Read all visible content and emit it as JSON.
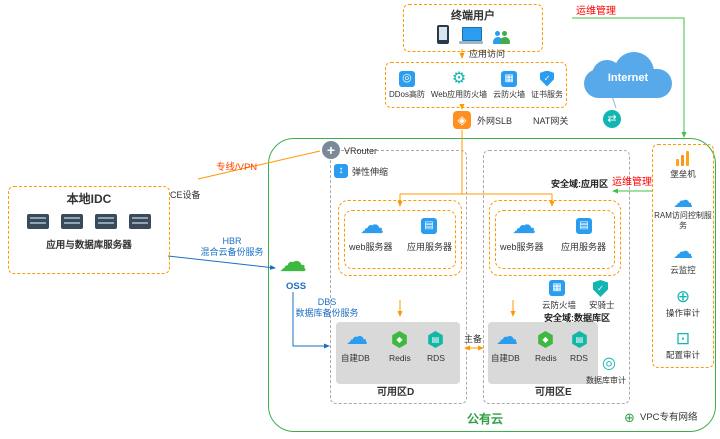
{
  "colors": {
    "accent_orange": "#ff9900",
    "accent_green": "#3dae49",
    "accent_blue": "#2a9df0",
    "accent_teal": "#13b5b1",
    "ops_red": "#ff0000"
  },
  "end_user": {
    "title": "终端用户"
  },
  "labels": {
    "ops_top": "运维管理",
    "ops_mid": "运维管理",
    "app_access": "应用访问",
    "internet": "Internet",
    "slb": "外网SLB",
    "nat": "NAT网关",
    "vrouter": "VRouter",
    "line_vpn": "专线/VPN",
    "ce": "CE设备",
    "hbr1": "HBR",
    "hbr2": "混合云备份服务",
    "oss": "OSS",
    "dbs1": "DBS",
    "dbs2": "数据库备份服务",
    "master_backup": "主备",
    "public_cloud": "公有云",
    "vpc": "VPC专有网络"
  },
  "security_box": {
    "items": [
      {
        "label": "DDos高防",
        "icon": "ddos-icon"
      },
      {
        "label": "Web应用防火墙",
        "icon": "waf-icon"
      },
      {
        "label": "云防火墙",
        "icon": "cloud-firewall-icon"
      },
      {
        "label": "证书服务",
        "icon": "certificate-icon"
      }
    ]
  },
  "idc": {
    "title": "本地IDC",
    "servers_label": "应用与数据库服务器"
  },
  "zone_d": {
    "label": "可用区D",
    "ess": "弹性伸缩",
    "web_server": "web服务器",
    "app_server": "应用服务器",
    "db_items": [
      {
        "label": "自建DB"
      },
      {
        "label": "Redis"
      },
      {
        "label": "RDS"
      }
    ]
  },
  "zone_e": {
    "label": "可用区E",
    "app_domain": "安全域:应用区",
    "web_server": "web服务器",
    "app_server": "应用服务器",
    "cloud_firewall": "云防火墙",
    "security_knight": "安骑士",
    "db_domain": "安全域:数据库区",
    "db_items": [
      {
        "label": "自建DB"
      },
      {
        "label": "Redis"
      },
      {
        "label": "RDS"
      }
    ],
    "db_audit": "数据库审计"
  },
  "ops_panel": {
    "items": [
      {
        "label": "堡垒机"
      },
      {
        "label": "RAM访问控制服务"
      },
      {
        "label": "云监控"
      },
      {
        "label": "操作审计"
      },
      {
        "label": "配置审计"
      }
    ]
  }
}
